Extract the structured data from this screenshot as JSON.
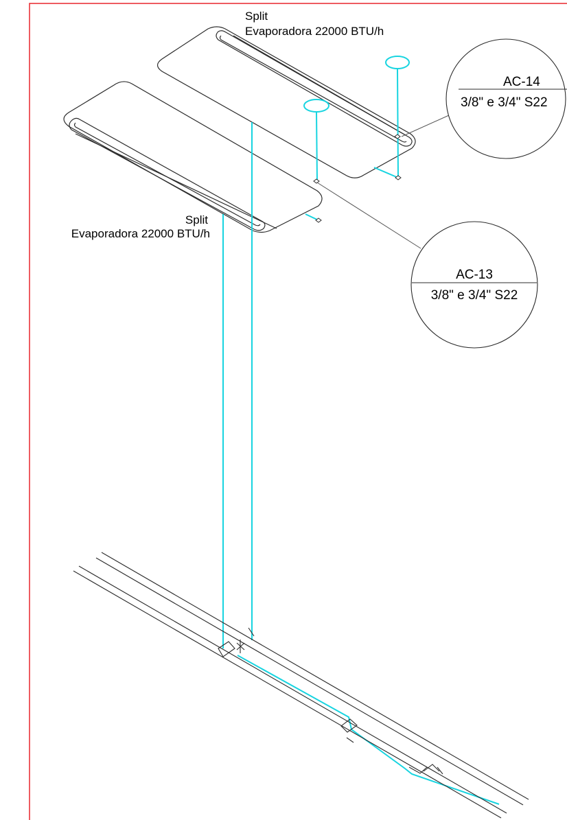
{
  "colors": {
    "frame": "#e8262b",
    "line": "#2b2b2b",
    "pipe": "#17d4e0",
    "background": "#ffffff"
  },
  "units": {
    "upper": {
      "name": "Split",
      "description": "Evaporadora 22000 BTU/h"
    },
    "lower": {
      "name": "Split",
      "description": "Evaporadora 22000 BTU/h"
    }
  },
  "callouts": {
    "ac14": {
      "tag": "AC-14",
      "spec": "3/8\" e  3/4\" S22"
    },
    "ac13": {
      "tag": "AC-13",
      "spec": "3/8\" e  3/4\" S22"
    }
  }
}
